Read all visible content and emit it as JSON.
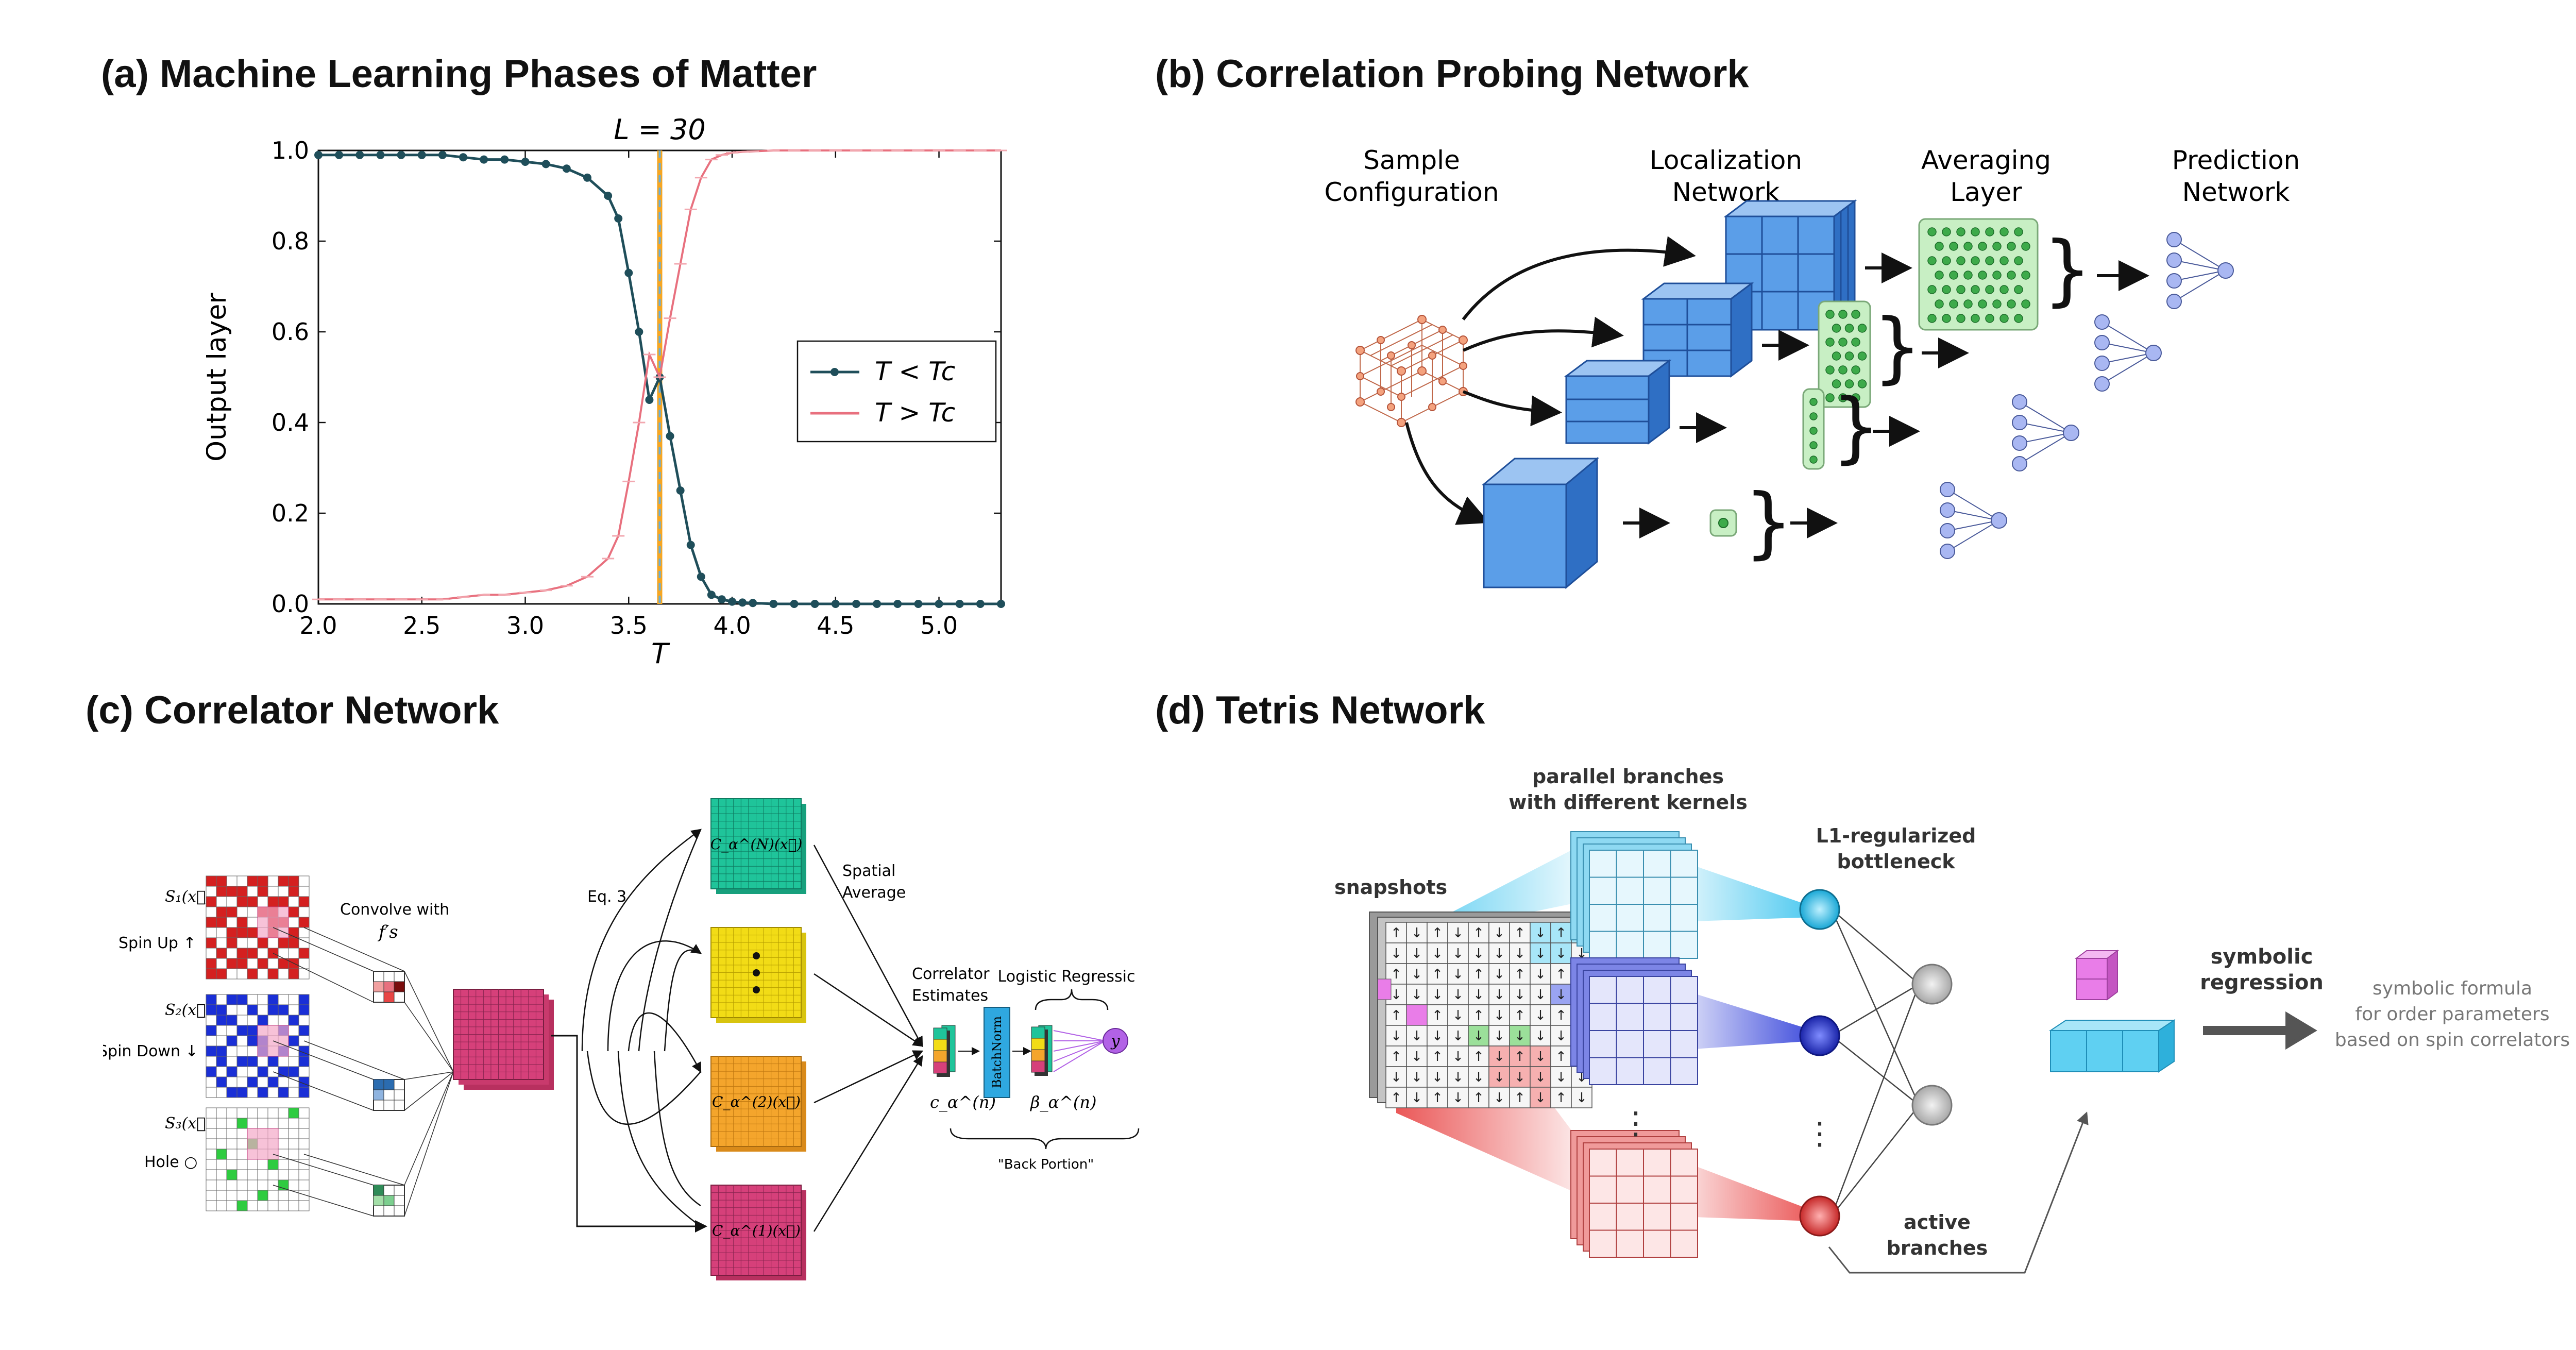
{
  "panels": {
    "a": {
      "title": "(a) Machine Learning Phases of Matter"
    },
    "b": {
      "title": "(b) Correlation Probing Network"
    },
    "c": {
      "title": "(c) Correlator Network"
    },
    "d": {
      "title": "(d) Tetris Network"
    }
  },
  "chart_data": {
    "type": "line",
    "title": "L = 30",
    "xlabel": "T",
    "ylabel": "Output layer",
    "xlim": [
      2.0,
      5.3
    ],
    "ylim": [
      0.0,
      1.0
    ],
    "xticks": [
      "2.0",
      "2.5",
      "3.0",
      "3.5",
      "4.0",
      "4.5",
      "5.0"
    ],
    "yticks": [
      "0.0",
      "0.2",
      "0.4",
      "0.6",
      "0.8",
      "1.0"
    ],
    "critical_T": 3.65,
    "legend_position": "right",
    "colors": {
      "below": "#1f4e5a",
      "above": "#e8707e",
      "tc_orange": "#f5a623",
      "tc_blue": "#6baed6"
    },
    "series": [
      {
        "name": "T < T_c",
        "legend": "T < Tc",
        "x": [
          2.0,
          2.1,
          2.2,
          2.3,
          2.4,
          2.5,
          2.6,
          2.7,
          2.8,
          2.9,
          3.0,
          3.1,
          3.2,
          3.3,
          3.4,
          3.45,
          3.5,
          3.55,
          3.6,
          3.65,
          3.7,
          3.75,
          3.8,
          3.85,
          3.9,
          3.95,
          4.0,
          4.05,
          4.1,
          4.2,
          4.3,
          4.4,
          4.5,
          4.6,
          4.7,
          4.8,
          4.9,
          5.0,
          5.1,
          5.2,
          5.3
        ],
        "y": [
          0.99,
          0.99,
          0.99,
          0.99,
          0.99,
          0.99,
          0.99,
          0.985,
          0.98,
          0.98,
          0.975,
          0.97,
          0.96,
          0.94,
          0.9,
          0.85,
          0.73,
          0.6,
          0.45,
          0.5,
          0.37,
          0.25,
          0.13,
          0.06,
          0.02,
          0.01,
          0.005,
          0.003,
          0.002,
          0.0,
          0.0,
          0.0,
          0.0,
          0.0,
          0.0,
          0.0,
          0.0,
          0.0,
          0.0,
          0.0,
          0.0
        ]
      },
      {
        "name": "T > T_c",
        "legend": "T > Tc",
        "x": [
          2.0,
          2.1,
          2.2,
          2.3,
          2.4,
          2.5,
          2.6,
          2.7,
          2.8,
          2.9,
          3.0,
          3.1,
          3.2,
          3.3,
          3.4,
          3.45,
          3.5,
          3.55,
          3.6,
          3.65,
          3.7,
          3.75,
          3.8,
          3.85,
          3.9,
          3.95,
          4.0,
          4.05,
          4.1,
          4.2,
          4.3,
          4.4,
          4.5,
          4.6,
          4.7,
          4.8,
          4.9,
          5.0,
          5.1,
          5.2,
          5.3
        ],
        "y": [
          0.01,
          0.01,
          0.01,
          0.01,
          0.01,
          0.01,
          0.01,
          0.015,
          0.02,
          0.02,
          0.025,
          0.03,
          0.04,
          0.06,
          0.1,
          0.15,
          0.27,
          0.4,
          0.55,
          0.5,
          0.63,
          0.75,
          0.87,
          0.94,
          0.98,
          0.99,
          0.995,
          0.997,
          0.998,
          1.0,
          1.0,
          1.0,
          1.0,
          1.0,
          1.0,
          1.0,
          1.0,
          1.0,
          1.0,
          1.0,
          1.0
        ]
      }
    ]
  },
  "b": {
    "labels": {
      "sample": [
        "Sample",
        "Configuration"
      ],
      "localization": [
        "Localization",
        "Network"
      ],
      "averaging": [
        "Averaging",
        "Layer"
      ],
      "prediction": [
        "Prediction",
        "Network"
      ]
    },
    "colors": {
      "cube": "#5b9ee8",
      "cube_dark": "#2f6fc4",
      "avg_fill": "#c8efc4",
      "avg_dot": "#3daa4a",
      "node": "#a9b7f2",
      "lattice": "#f4a27e"
    }
  },
  "c": {
    "labels": {
      "s1": "S₁(x⃗)",
      "s2": "S₂(x⃗)",
      "s3": "S₃(x⃗)",
      "spin_up": "Spin Up ↑",
      "spin_down": "Spin Down ↓",
      "hole": "Hole ○",
      "convolve_1": "Convolve with",
      "convolve_2": "f′s",
      "eq3": "Eq. 3",
      "c_n": "C_α^(N)(x⃗)",
      "c_dots": "⋮",
      "c_2": "C_α^(2)(x⃗)",
      "c_1": "C_α^(1)(x⃗)",
      "spatial_1": "Spatial",
      "spatial_2": "Average",
      "corr_1": "Correlator",
      "corr_2": "Estimates",
      "batchnorm": "BatchNorm",
      "logistic": "Logistic Regressic",
      "c_alpha": "c_α^(n)",
      "beta": "β_α^(n)",
      "y": "y",
      "back": "\"Back Portion\""
    },
    "colors": {
      "red": "#d42020",
      "blue": "#1a2fd6",
      "green": "#2ecc40",
      "magenta": "#d6407a",
      "teal": "#1fc49a",
      "yellow": "#f2dc16",
      "orange": "#f4a52c",
      "purple": "#b262e6"
    }
  },
  "d": {
    "labels": {
      "snapshots": "snapshots",
      "parallel_1": "parallel branches",
      "parallel_2": "with different kernels",
      "l1_1": "L1-regularized",
      "l1_2": "bottleneck",
      "active_1": "active",
      "active_2": "branches",
      "symbolic_1": "symbolic",
      "symbolic_2": "regression",
      "formula_1": "symbolic formula",
      "formula_2": "for order parameters",
      "formula_3": "based on spin correlators",
      "vdots": "⋮"
    },
    "colors": {
      "cyan": "#39c3ee",
      "blue": "#2a39d8",
      "red": "#e84545",
      "pink": "#e97de8",
      "gray": "#bfbfbf"
    }
  }
}
